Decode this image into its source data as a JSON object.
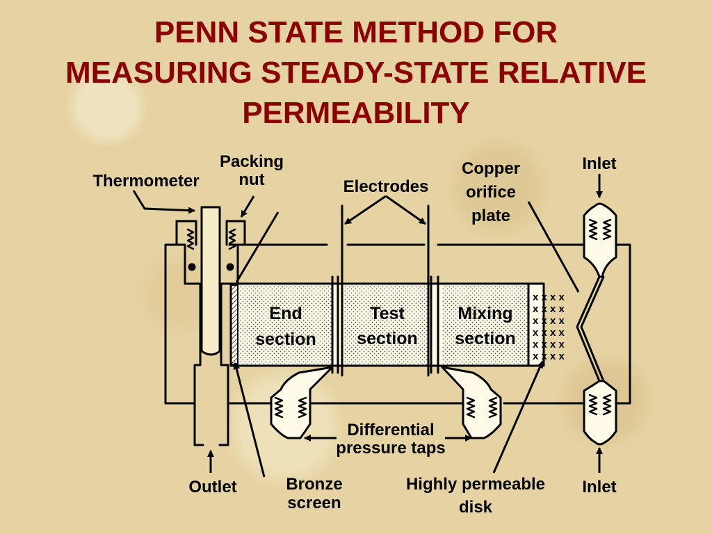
{
  "title": {
    "line1": "PENN STATE METHOD FOR",
    "line2": "MEASURING STEADY-STATE RELATIVE",
    "line3": "PERMEABILITY"
  },
  "labels": {
    "thermometer": "Thermometer",
    "packing_nut_1": "Packing",
    "packing_nut_2": "nut",
    "electrodes": "Electrodes",
    "copper_1": "Copper",
    "copper_2": "orifice",
    "copper_3": "plate",
    "inlet_top": "Inlet",
    "inlet_bottom": "Inlet",
    "outlet": "Outlet",
    "bronze_1": "Bronze",
    "bronze_2": "screen",
    "diff_1": "Differential",
    "diff_2": "pressure taps",
    "disk_1": "Highly permeable",
    "disk_2": "disk"
  },
  "sections": {
    "end_1": "End",
    "end_2": "section",
    "test_1": "Test",
    "test_2": "section",
    "mixing_1": "Mixing",
    "mixing_2": "section"
  },
  "disk_marks": {
    "row": "x x x x",
    "rows": 6
  }
}
